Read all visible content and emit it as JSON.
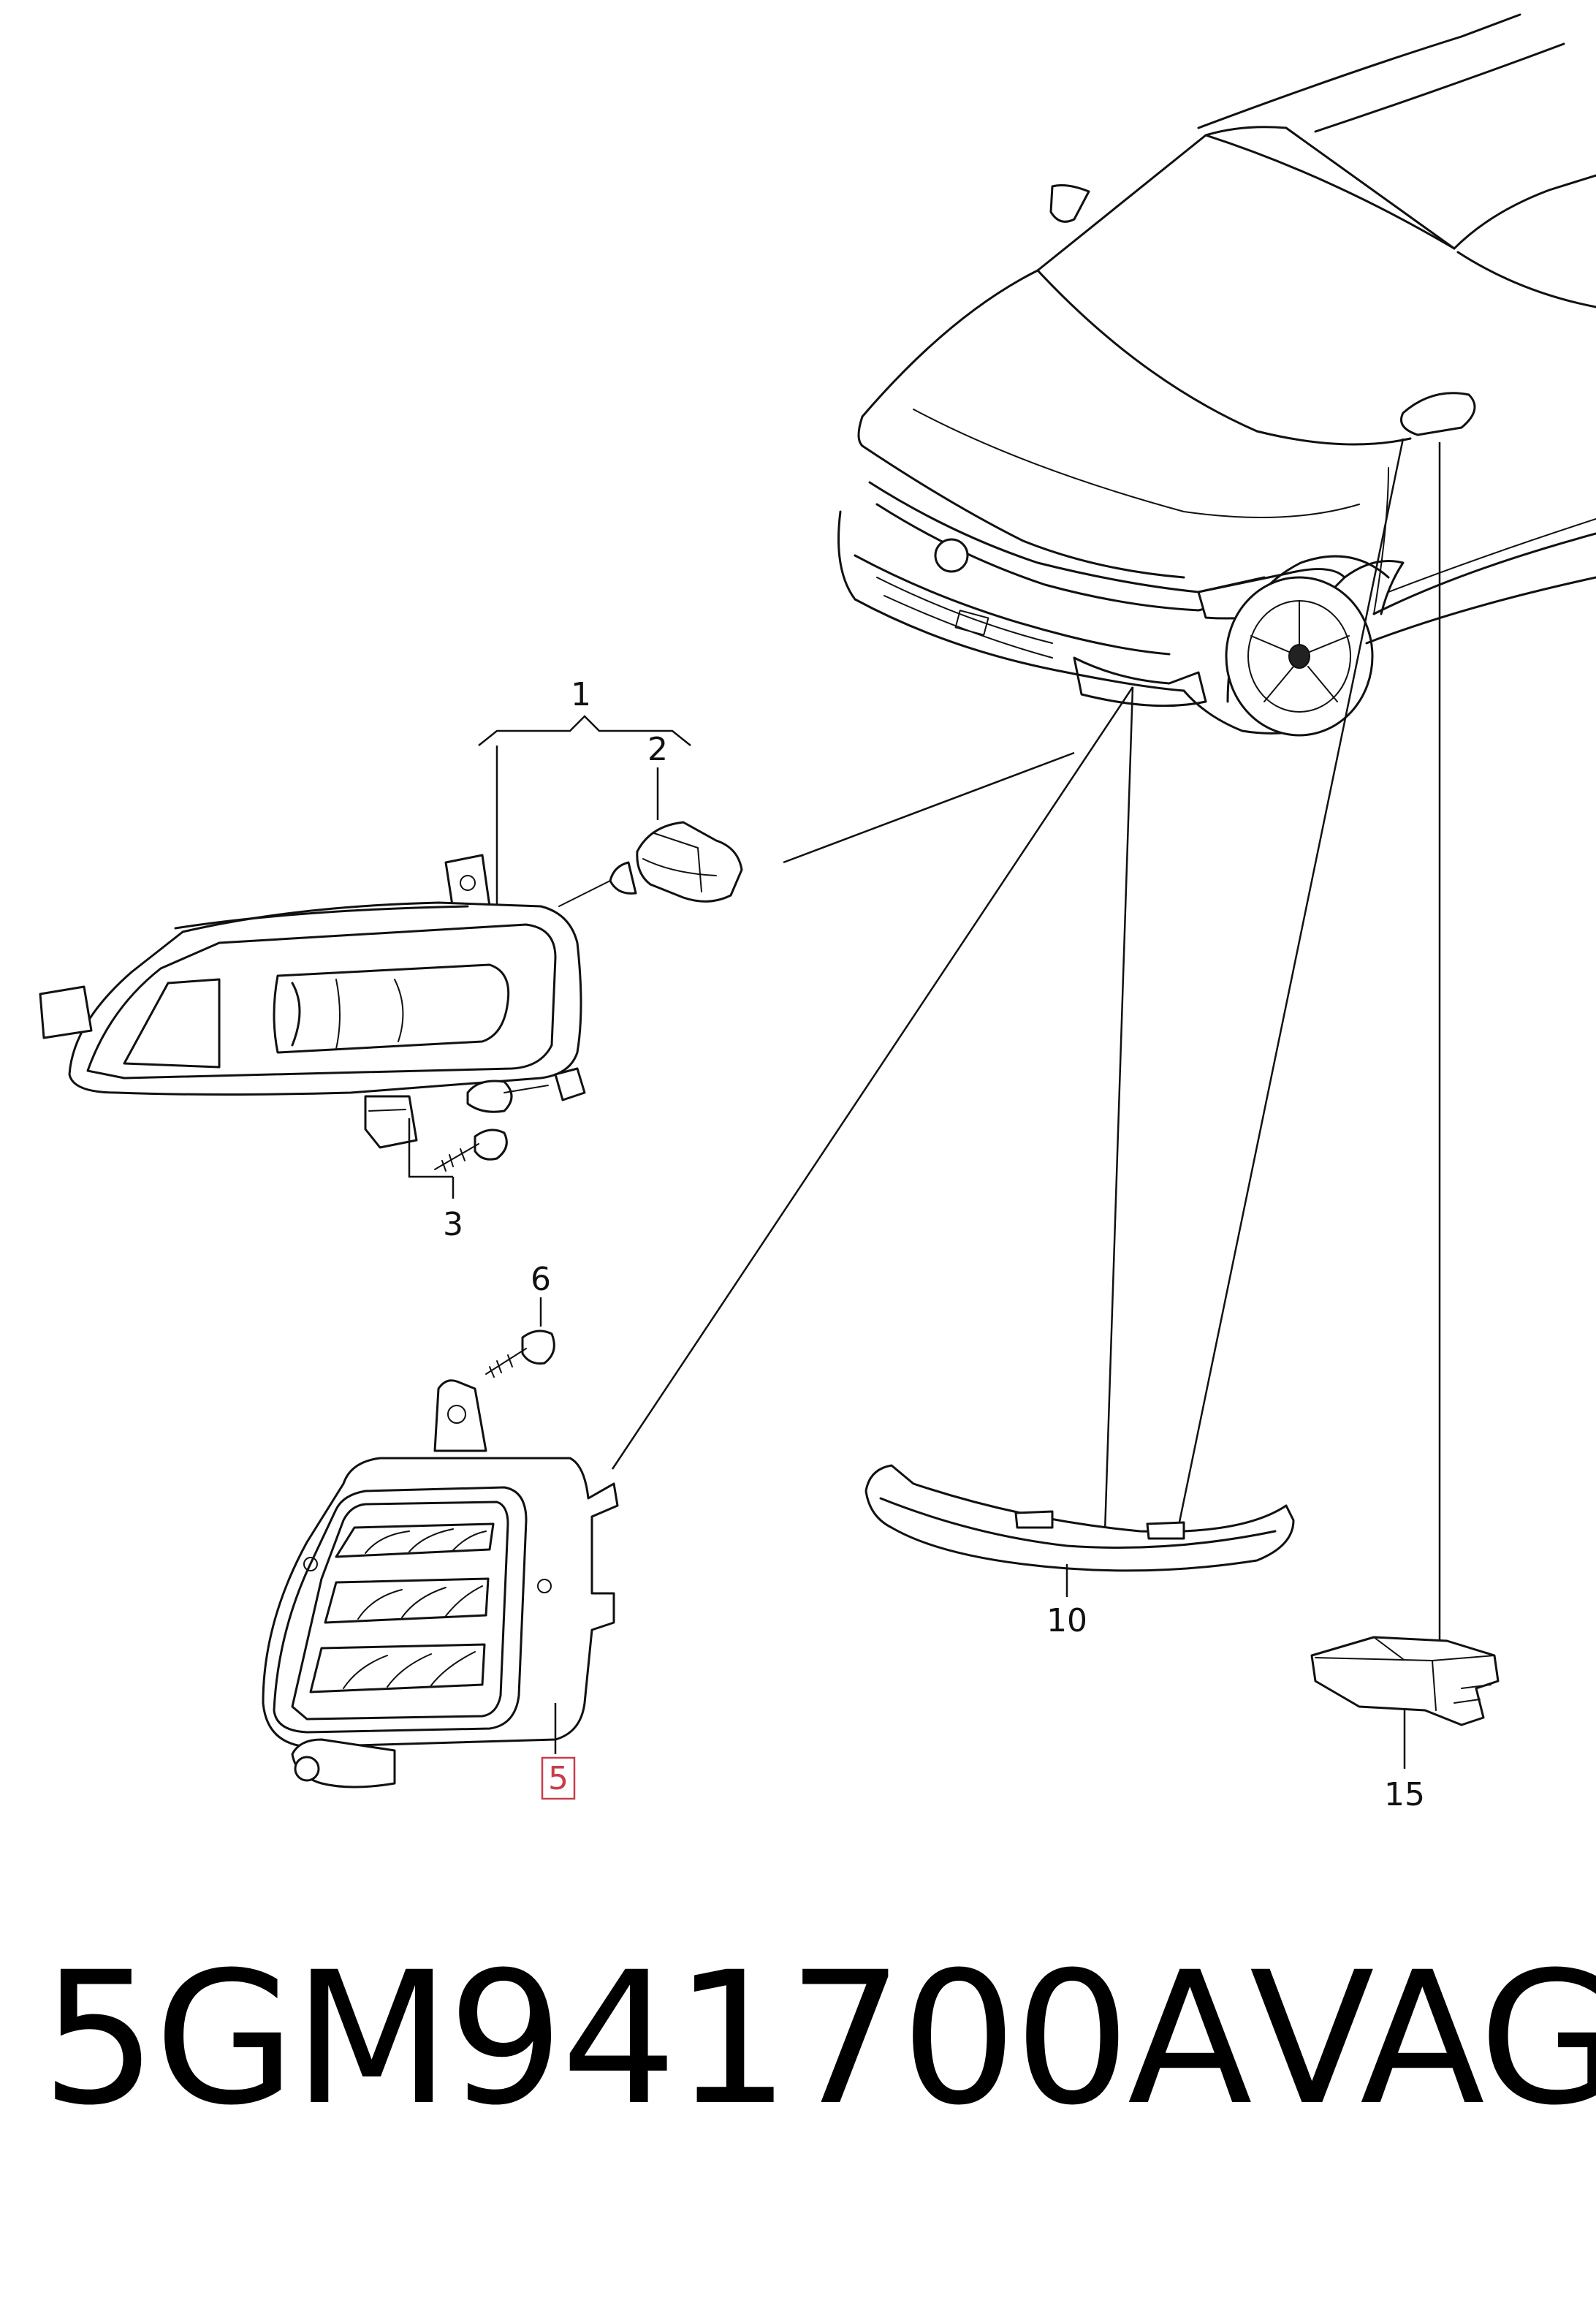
{
  "callouts": {
    "c1": "1",
    "c2": "2",
    "c3": "3",
    "c5": "5",
    "c6": "6",
    "c10": "10",
    "c15": "15"
  },
  "highlighted_callout": "5",
  "highlight_color": "#c93c4a",
  "caption": {
    "part_number": "5GM941700A",
    "brand": "VAG"
  }
}
